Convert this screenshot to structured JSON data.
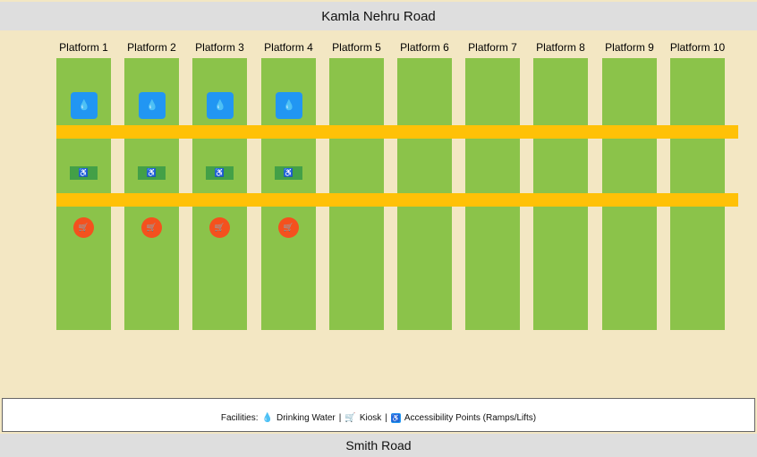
{
  "roads": {
    "top": "Kamla Nehru Road",
    "bottom": "Smith Road"
  },
  "platforms": [
    {
      "label": "Platform 1",
      "water": true,
      "access": true,
      "kiosk": true
    },
    {
      "label": "Platform 2",
      "water": true,
      "access": true,
      "kiosk": true
    },
    {
      "label": "Platform 3",
      "water": true,
      "access": true,
      "kiosk": true
    },
    {
      "label": "Platform 4",
      "water": true,
      "access": true,
      "kiosk": true
    },
    {
      "label": "Platform 5",
      "water": false,
      "access": false,
      "kiosk": false
    },
    {
      "label": "Platform 6",
      "water": false,
      "access": false,
      "kiosk": false
    },
    {
      "label": "Platform 7",
      "water": false,
      "access": false,
      "kiosk": false
    },
    {
      "label": "Platform 8",
      "water": false,
      "access": false,
      "kiosk": false
    },
    {
      "label": "Platform 9",
      "water": false,
      "access": false,
      "kiosk": false
    },
    {
      "label": "Platform 10",
      "water": false,
      "access": false,
      "kiosk": false
    }
  ],
  "legend": {
    "prefix": "Facilities:",
    "water_icon": "💧",
    "water_label": "Drinking Water",
    "separator": "|",
    "kiosk_icon": "🛒",
    "kiosk_label": "Kiosk",
    "access_icon": "♿",
    "access_label": "Accessibility Points (Ramps/Lifts)"
  },
  "colors": {
    "ground": "#f3e7c3",
    "platform": "#8bc34a",
    "walkway": "#ffc107",
    "road": "#dedede",
    "water": "#2196f3",
    "accessibility": "#43a047",
    "kiosk": "#f4511e"
  },
  "icons": {
    "water": "water-drop-icon",
    "kiosk": "shopping-cart-icon",
    "access": "wheelchair-icon"
  }
}
